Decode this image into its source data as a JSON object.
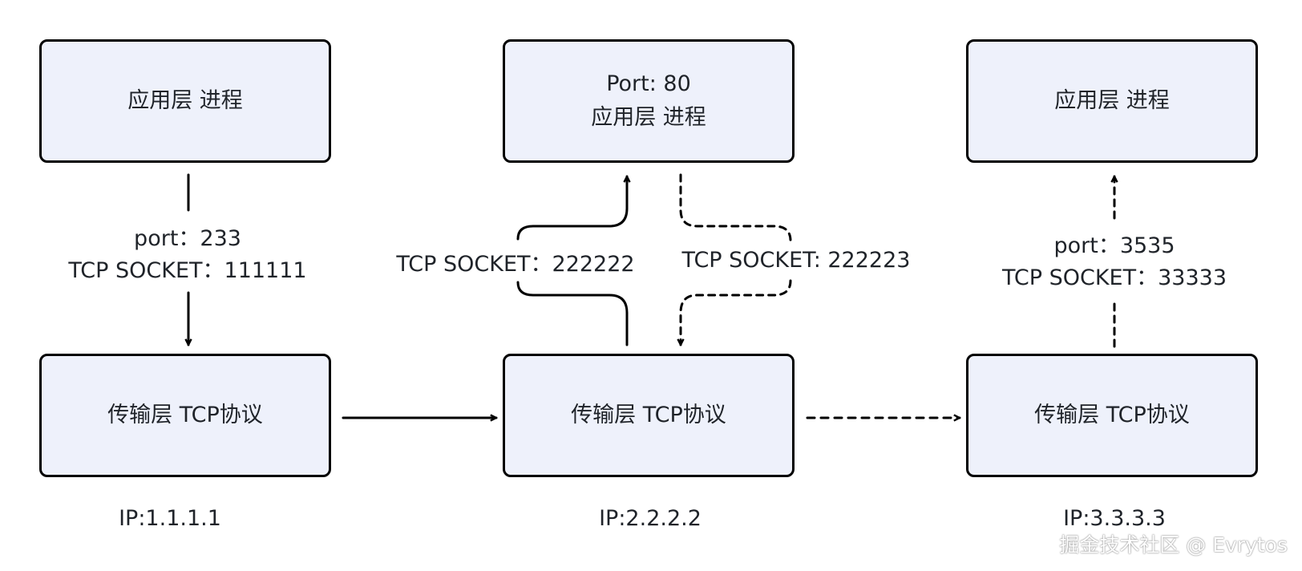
{
  "hosts": [
    {
      "app_box": {
        "lines": [
          "应用层 进程"
        ]
      },
      "transport_box": {
        "lines": [
          "传输层 TCP协议"
        ]
      },
      "link_label": {
        "port": "port：233",
        "socket": "TCP SOCKET：111111"
      },
      "ip": "IP:1.1.1.1"
    },
    {
      "app_box": {
        "lines": [
          "Port: 80",
          "应用层 进程"
        ]
      },
      "transport_box": {
        "lines": [
          "传输层 TCP协议"
        ]
      },
      "link_label_left": {
        "socket": "TCP SOCKET：222222"
      },
      "link_label_right": {
        "socket": "TCP SOCKET: 222223"
      },
      "ip": "IP:2.2.2.2"
    },
    {
      "app_box": {
        "lines": [
          "应用层 进程"
        ]
      },
      "transport_box": {
        "lines": [
          "传输层 TCP协议"
        ]
      },
      "link_label": {
        "port": "port：3535",
        "socket": "TCP SOCKET：33333"
      },
      "ip": "IP:3.3.3.3"
    }
  ],
  "watermark": "掘金技术社区 @ Evrytos",
  "colors": {
    "box_fill": "#eef1fb",
    "box_border": "#000000",
    "arrow": "#000000"
  }
}
